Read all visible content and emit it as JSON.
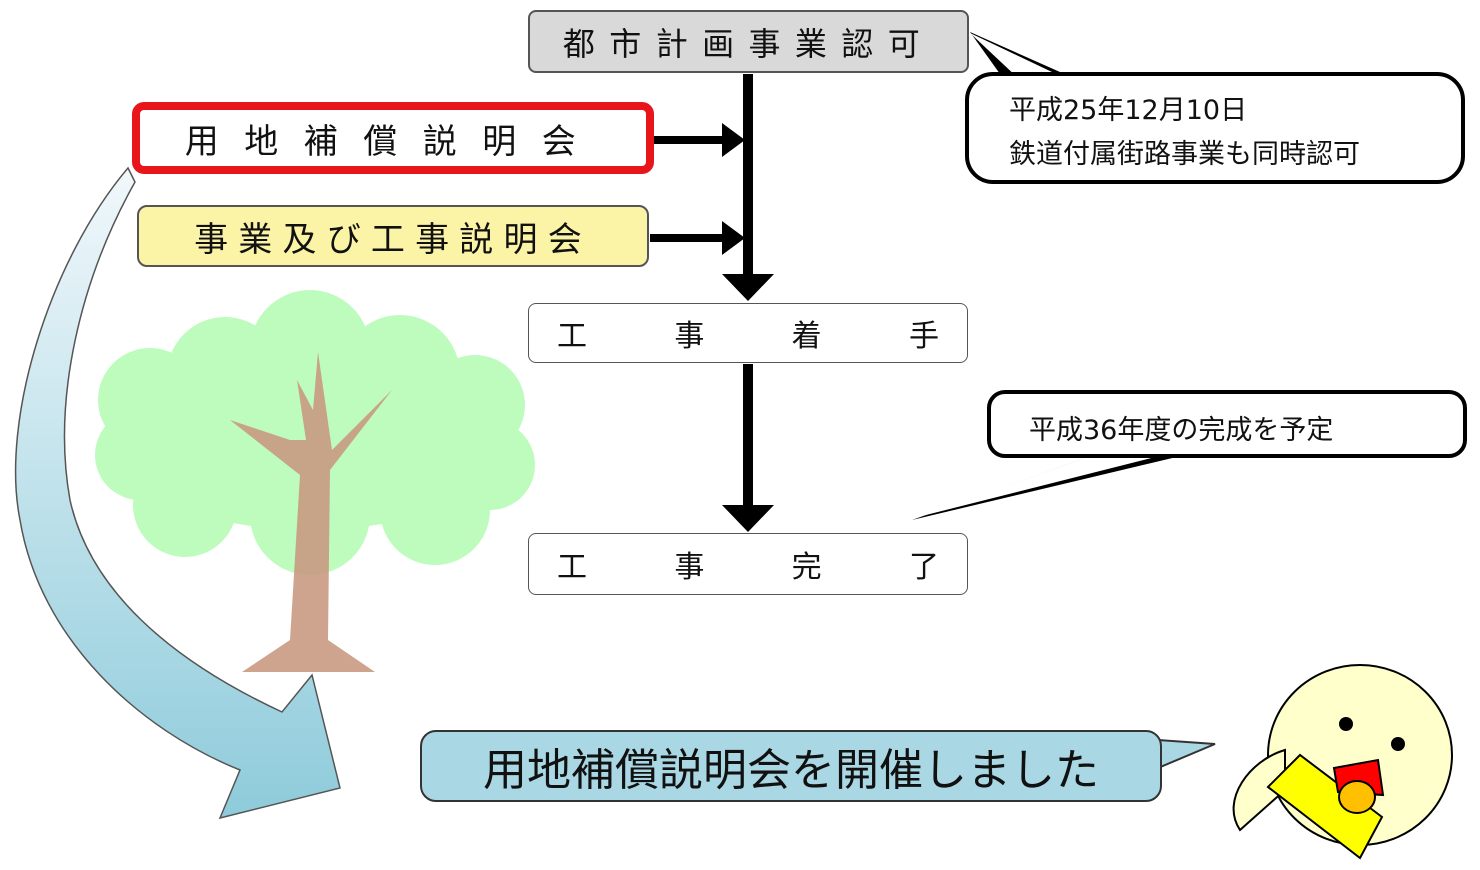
{
  "flow": {
    "approval": "都市計画事業認可",
    "land_briefing": "用地補償説明会",
    "works_briefing": "事業及び工事説明会",
    "construction_start": [
      "工",
      "事",
      "着",
      "手"
    ],
    "construction_end": [
      "工",
      "事",
      "完",
      "了"
    ]
  },
  "callouts": {
    "approval_date": "平成25年12月10日",
    "approval_note": "鉄道付属街路事業も同時認可",
    "completion_plan": "平成36年度の完成を予定"
  },
  "announcement": "用地補償説明会を開催しました",
  "colors": {
    "highlight_border": "#e8161b",
    "approval_fill": "#d9d9d9",
    "works_fill": "#fbf3a6",
    "announcement_fill": "#a9d7e4",
    "tree_foliage": "#bdfcbd",
    "tree_trunk": "#c8977f",
    "mascot_face": "#ffffcc",
    "mascot_arm": "#ffff00",
    "mascot_mouth_red": "#ff0000",
    "mascot_mouth_orange": "#ffc000"
  },
  "icons": [
    "curved-arrow-icon",
    "tree-illustration",
    "mascot-character"
  ]
}
